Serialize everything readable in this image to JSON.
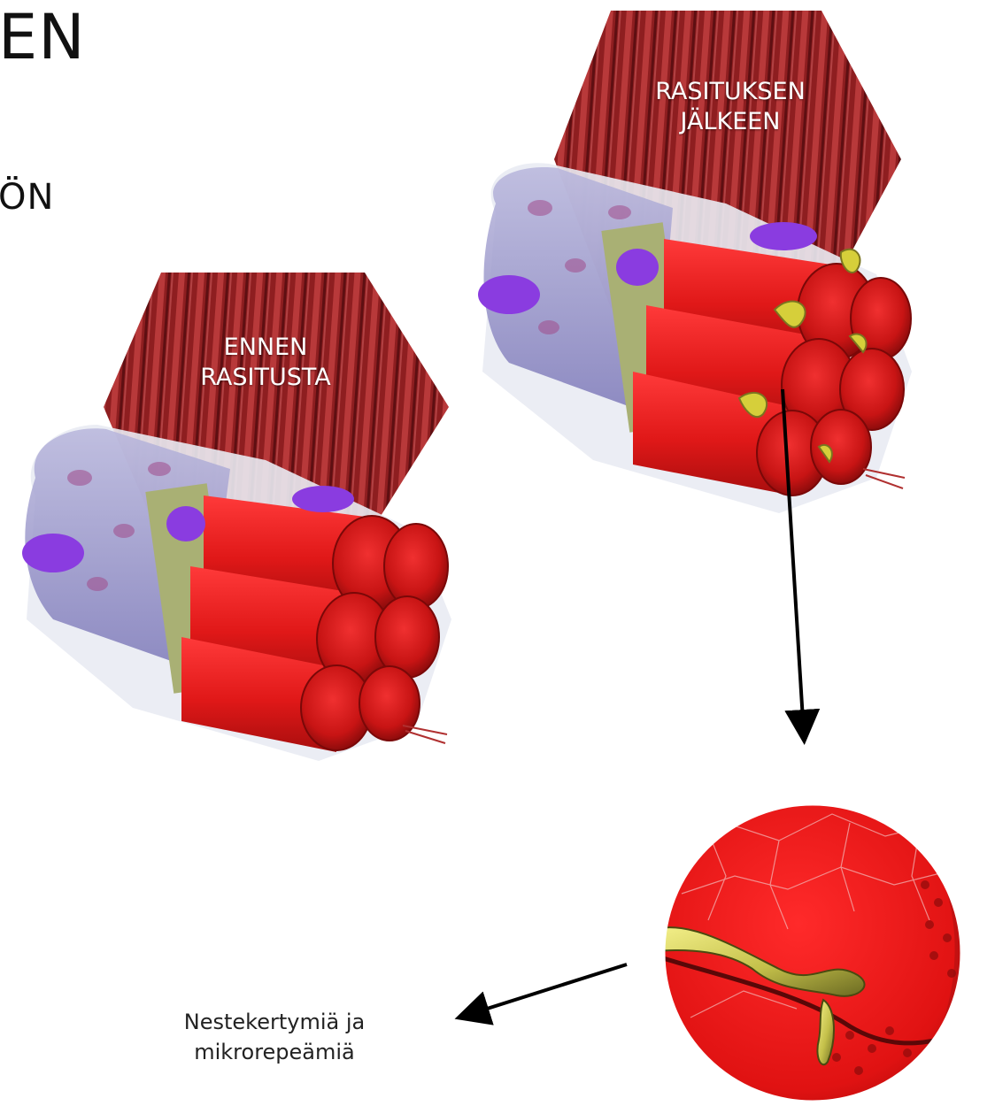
{
  "headings": {
    "line1": "EN",
    "line2": "ÖN"
  },
  "bundles": {
    "before_label_1": "ENNEN",
    "before_label_2": "RASITUSTA",
    "after_label_1": "RASITUKSEN",
    "after_label_2": "JÄLKEEN"
  },
  "zoom": {
    "caption_1": "Nestekertymiä ja",
    "caption_2": "mikrorepeämiä"
  },
  "colors": {
    "muscle_red": "#e01818",
    "hex_texture": "#8e1e20",
    "sheath_purple": "#8b86c8",
    "nerve_violet": "#8a3ce0",
    "tissue_green": "#a9b074",
    "arrow": "#000000"
  }
}
